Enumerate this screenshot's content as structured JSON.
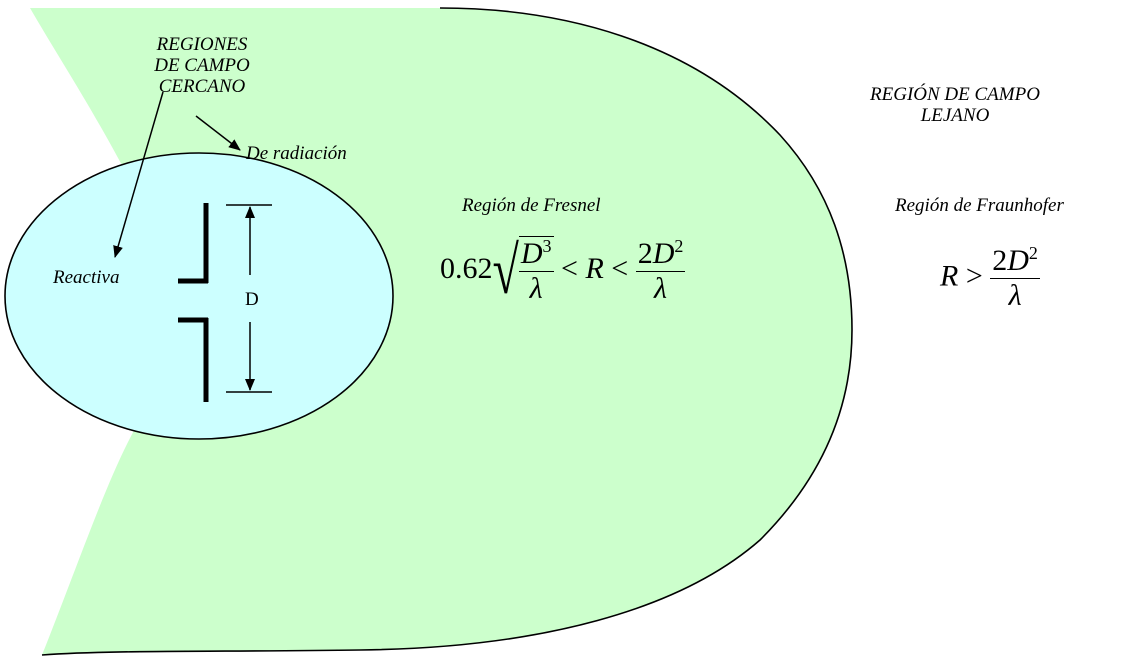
{
  "colors": {
    "far_field_fill": "#ccffcc",
    "near_field_fill": "#ccffff",
    "stroke": "#000000"
  },
  "labels": {
    "near_field_title": [
      "REGIONES",
      "DE CAMPO",
      "CERCANO"
    ],
    "radiating": "De radiación",
    "reactive": "Reactiva",
    "far_field_title": [
      "REGIÓN DE CAMPO",
      "LEJANO"
    ],
    "fresnel": "Región de Fresnel",
    "fraunhofer": "Región de Fraunhofer",
    "dimension": "D"
  },
  "formulas": {
    "fresnel": {
      "coef": "0.62",
      "sqrt_num_base": "D",
      "sqrt_num_exp": "3",
      "sqrt_den": "λ",
      "lt1": "<",
      "var": "R",
      "lt2": "<",
      "frac_num_coef": "2",
      "frac_num_base": "D",
      "frac_num_exp": "2",
      "frac_den": "λ"
    },
    "fraunhofer": {
      "var": "R",
      "gt": ">",
      "frac_num_coef": "2",
      "frac_num_base": "D",
      "frac_num_exp": "2",
      "frac_den": "λ"
    }
  }
}
